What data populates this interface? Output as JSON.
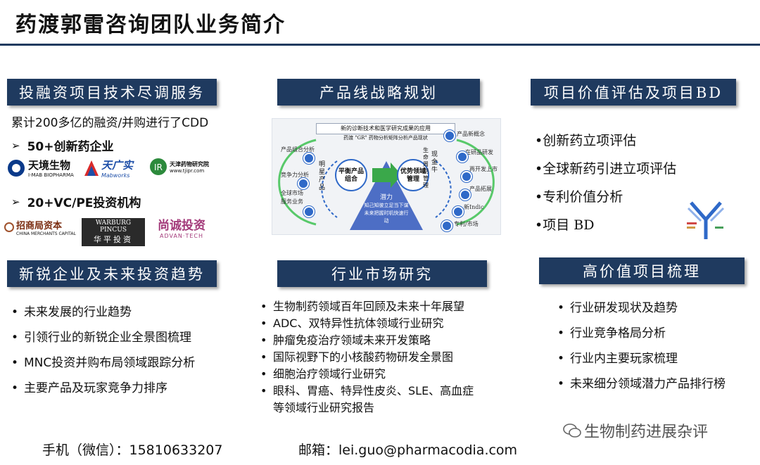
{
  "page": {
    "title": "药渡郭雷咨询团队业务简介",
    "watermark": "生物制药进展杂评",
    "contact_phone": "手机（微信）：15810633207",
    "contact_email": "邮箱：lei.guo@pharmacodia.com"
  },
  "sections": {
    "ma": {
      "header": "投融资项目技术尽调服务",
      "summary": "累计200多亿的融资/并购进行了CDD",
      "sub1": "50+创新药企业",
      "sub2": "20+VC/PE投资机构",
      "logos1": [
        "天境生物",
        "I-MAB BIOPHARMA",
        "天广实",
        "Mabworks",
        "天津药物研究院",
        "www.tjipr.com"
      ],
      "logos2": [
        "招商局资本",
        "CHINA MERCHANTS CAPITAL",
        "WARBURG PINCUS",
        "华平投资",
        "尚诚投资",
        "ADVAN·TECH"
      ]
    },
    "strategy": {
      "header": "产品线战略规划",
      "banner": "新的诊断技术和医学研究成果的应用",
      "top_label": "药渡 \"GR\" 药物分析矩阵分析产品现状",
      "left_node": "平衡产品组合",
      "right_node": "优势领域管理",
      "left_label": "明星产品",
      "right_label": "现金牛",
      "side_label": "生命周期管理",
      "triangle_label": "潜力",
      "triangle_text": "知己知彼立足当下谋未来把握时机快速行动",
      "left_items": [
        "产品组合分析",
        "竞争力分析",
        "全球市场",
        "服务业务"
      ],
      "right_items": [
        "产品新概念",
        "在研品研发",
        "再开发上市",
        "产品拓展",
        "新Indic",
        "专利/市场"
      ]
    },
    "bd": {
      "header": "项目价值评估及项目BD",
      "items": [
        "•创新药立项评估",
        "•全球新药引进立项评估",
        "•专利价值分析",
        "•项目 BD"
      ]
    },
    "trend": {
      "header": "新锐企业及未来投资趋势",
      "items": [
        "未来发展的行业趋势",
        "引领行业的新锐企业全景图梳理",
        "MNC投资并购布局领域跟踪分析",
        "主要产品及玩家竞争力排序"
      ]
    },
    "market": {
      "header": "行业市场研究",
      "items": [
        "生物制药领域百年回顾及未来十年展望",
        "ADC、双特异性抗体领域行业研究",
        "肿瘤免疫治疗领域未来开发策略",
        "国际视野下的小核酸药物研发全景图",
        "细胞治疗领域行业研究",
        "眼科、胃癌、特异性皮炎、SLE、高血症"
      ],
      "item_cont": "等领域行业研究报告"
    },
    "hv": {
      "header": "高价值项目梳理",
      "items": [
        "行业研发现状及趋势",
        "行业竞争格局分析",
        "行业内主要玩家梳理",
        "未来细分领域潜力产品排行榜"
      ]
    }
  },
  "colors": {
    "header_bg": "#1f3a5f",
    "accent_blue": "#2f69c8",
    "arrow_green": "#3aa84a",
    "triangle_blue": "#3b5fc0"
  },
  "icons": {
    "bullet": "•",
    "arrow": "➢",
    "wechat": "wechat-icon",
    "antibody": "antibody-icon"
  }
}
